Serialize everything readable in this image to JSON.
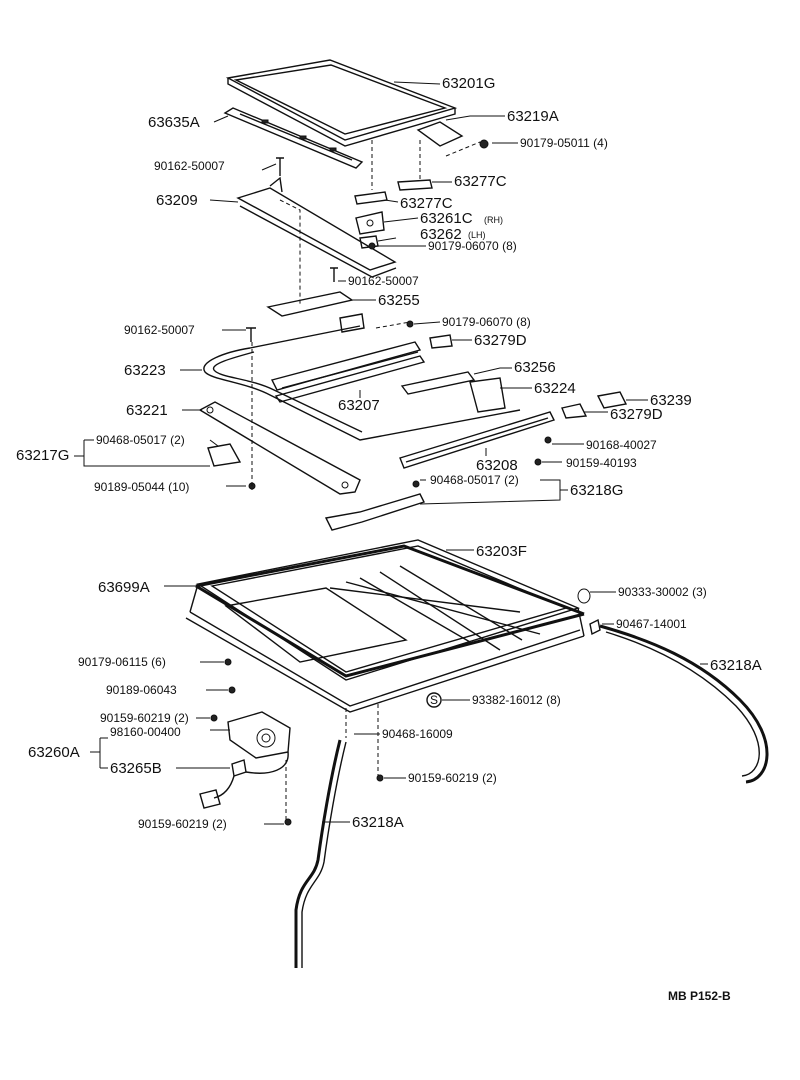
{
  "diagram_code": "MB P152-B",
  "labels": {
    "p63201G": "63201G",
    "p63635A": "63635A",
    "p63219A": "63219A",
    "p90179_05011": "90179-05011 (4)",
    "p90162_50007a": "90162-50007",
    "p63277Ca": "63277C",
    "p63209": "63209",
    "p63277Cb": "63277C",
    "p63261C": "63261C",
    "p63261C_side": "(RH)",
    "p63262": "63262",
    "p63262_side": "(LH)",
    "p90179_06070a": "90179-06070 (8)",
    "p90162_50007b": "90162-50007",
    "p63255": "63255",
    "p90162_50007c": "90162-50007",
    "p90179_06070b": "90179-06070 (8)",
    "p63279Da": "63279D",
    "p63223": "63223",
    "p63256": "63256",
    "p63207": "63207",
    "p63224": "63224",
    "p63239": "63239",
    "p63221": "63221",
    "p63279Db": "63279D",
    "p90468_05017a": "90468-05017 (2)",
    "p63217G": "63217G",
    "p90168_40027": "90168-40027",
    "p63208": "63208",
    "p90159_40193": "90159-40193",
    "p90468_05017b": "90468-05017 (2)",
    "p63218G": "63218G",
    "p90189_05044": "90189-05044 (10)",
    "p63203F": "63203F",
    "p63699A": "63699A",
    "p90333_30002": "90333-30002 (3)",
    "p90467_14001": "90467-14001",
    "p90179_06115": "90179-06115 (6)",
    "p63218Aa": "63218A",
    "p90189_06043": "90189-06043",
    "p93382_16012": "93382-16012 (8)",
    "s_mark": "S",
    "p90159_60219a": "90159-60219 (2)",
    "p98160_00400": "98160-00400",
    "p63260A": "63260A",
    "p90468_16009": "90468-16009",
    "p63265B": "63265B",
    "p90159_60219b": "90159-60219 (2)",
    "p90159_60219c": "90159-60219 (2)",
    "p63218Ab": "63218A"
  }
}
